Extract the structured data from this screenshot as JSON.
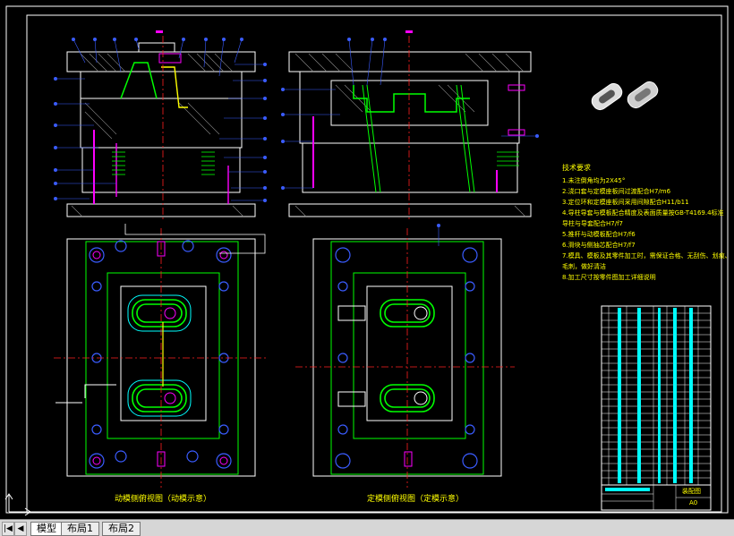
{
  "drawing": {
    "left_view_caption": "动模侧俯视图（动模示意）",
    "right_view_caption": "定模侧俯视图（定模示意）",
    "tech_req_title": "技术要求",
    "tech_reqs": [
      "1.未注倒角均为2X45°",
      "2.浇口套与定模座板间过渡配合H7/m6",
      "3.定位环和定模座板间采用间隙配合H11/b11",
      "4.导柱导套与模板配合精度及表面质量按GB-T4169.4标准",
      "  导柱与导套配合H7/f7",
      "5.推杆与动模板配合H7/f6",
      "6.滑块与侧抽芯配合H7/f7",
      "7.模具、模板及其零件加工时，需保证合格、无刮伤、划痕、",
      "  毛刺，做好清洁",
      "8.加工尺寸按零件图加工详细说明"
    ],
    "title_block_name": "装配图",
    "sheet_size": "A0"
  },
  "tabs": [
    "模型",
    "布局1",
    "布局2"
  ],
  "colors": {
    "background": "#000000",
    "outline": "#ffffff",
    "cavity": "#00ff00",
    "hatch": "#ff00ff",
    "dim": "#00ffff",
    "blue": "#3a5cff",
    "red": "#ff2020",
    "yellow": "#ffff00"
  }
}
